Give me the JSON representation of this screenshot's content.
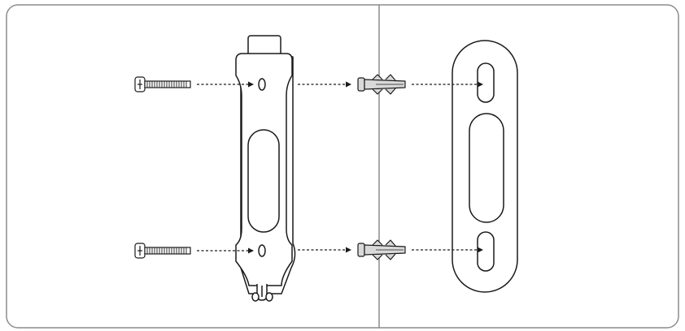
{
  "diagram": {
    "colors": {
      "frame_stroke": "#8c8c8c",
      "line": "#1a1a1a",
      "anchor_fill": "#d9d9d9",
      "background": "#ffffff"
    },
    "panels": [
      "bracket-assembly-panel",
      "wall-plate-panel"
    ],
    "parts": [
      {
        "name": "screw",
        "count": 2,
        "icon": "screw-icon"
      },
      {
        "name": "mounting-bracket",
        "count": 1,
        "icon": "bracket-icon"
      },
      {
        "name": "wall-anchor",
        "count": 2,
        "icon": "anchor-icon"
      },
      {
        "name": "wall-plate",
        "count": 1,
        "icon": "wall-plate-icon"
      }
    ],
    "arrows": [
      "dotted",
      "dotted",
      "dotted",
      "dotted",
      "dotted",
      "dotted"
    ]
  }
}
